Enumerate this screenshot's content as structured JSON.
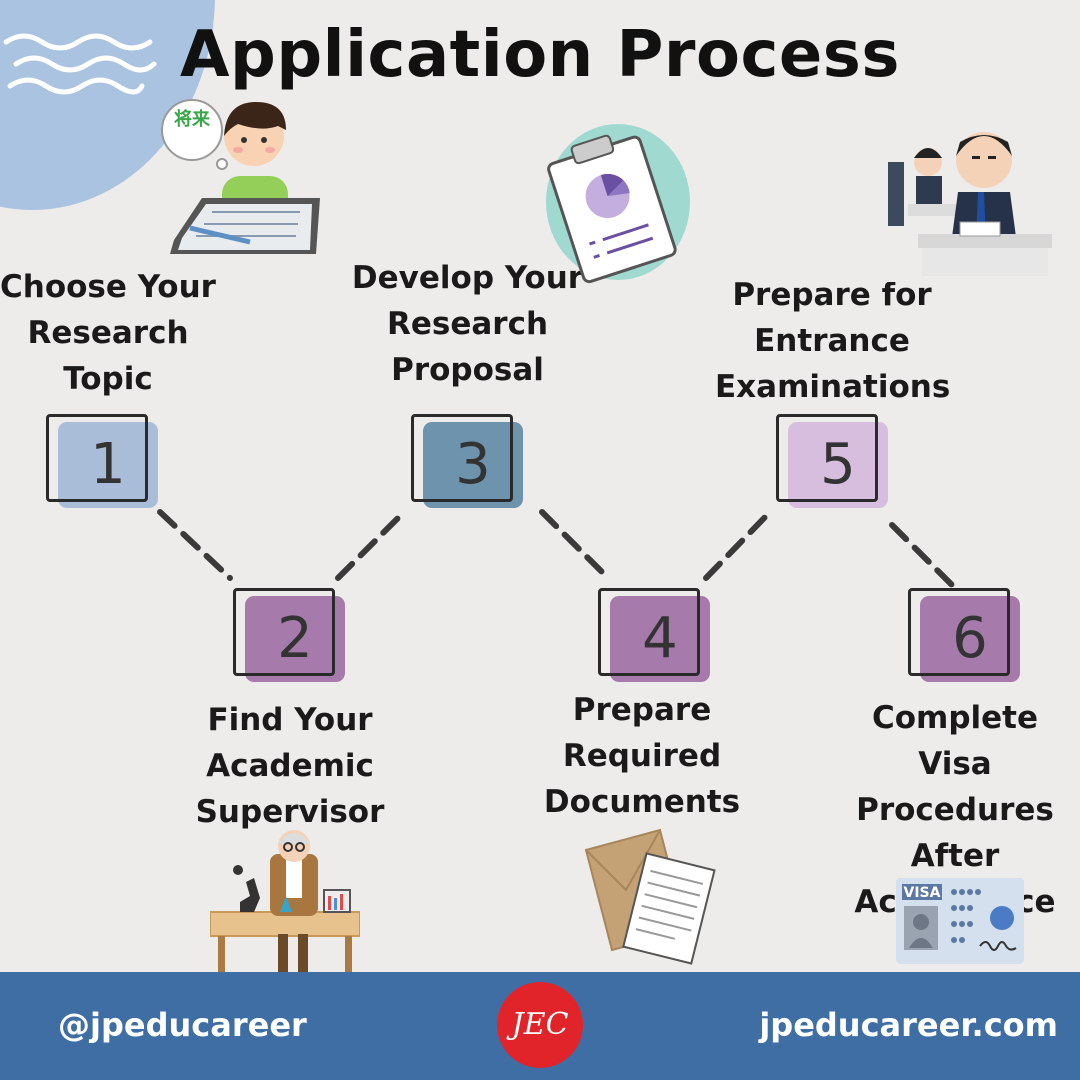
{
  "title": "Application Process",
  "colors": {
    "background": "#eeecea",
    "corner_circle": "#a9c3e1",
    "step1": "#a9bdd9",
    "step3": "#6d93ad",
    "step5": "#d7bedf",
    "step_even": "#a67bab",
    "footer": "#3f6ea5",
    "logo": "#e0242a"
  },
  "steps": [
    {
      "number": "1",
      "label": "Choose Your\nResearch\nTopic"
    },
    {
      "number": "2",
      "label": "Find Your\nAcademic\nSupervisor"
    },
    {
      "number": "3",
      "label": "Develop Your\nResearch\nProposal"
    },
    {
      "number": "4",
      "label": "Prepare\nRequired\nDocuments"
    },
    {
      "number": "5",
      "label": "Prepare for\nEntrance\nExaminations"
    },
    {
      "number": "6",
      "label": "Complete Visa\nProcedures\nAfter\nAcceptance"
    }
  ],
  "illustrations": {
    "thought_bubble_text": "将来",
    "visa_card_text": "VISA"
  },
  "footer": {
    "handle": "@jpeducareer",
    "logo": "JEC",
    "website": "jpeducareer.com"
  }
}
